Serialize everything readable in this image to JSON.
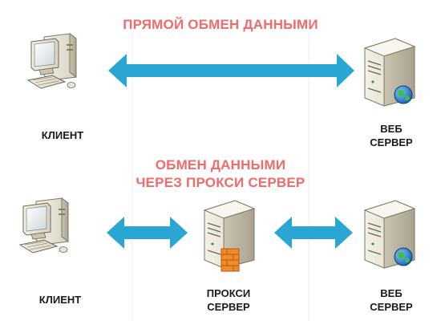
{
  "headings": {
    "direct": "ПРЯМОЙ ОБМЕН ДАННЫМИ",
    "proxy_line1": "ОБМЕН ДАННЫМИ",
    "proxy_line2": "ЧЕРЕЗ ПРОКСИ СЕРВЕР"
  },
  "labels": {
    "client_top": "КЛИЕНТ",
    "web_top_line1": "ВЕБ",
    "web_top_line2": "СЕРВЕР",
    "client_bottom": "КЛИЕНТ",
    "proxy_line1": "ПРОКСИ",
    "proxy_line2": "СЕРВЕР",
    "web_bottom_line1": "ВЕБ",
    "web_bottom_line2": "СЕРВЕР"
  },
  "icons": {
    "client": "desktop-computer-icon",
    "server": "server-tower-icon",
    "globe": "globe-icon",
    "firewall": "firewall-icon",
    "arrow": "double-arrow-icon"
  },
  "colors": {
    "heading": "#f26b6b",
    "arrow": "#2aa6d3",
    "divider": "#e6e6e6"
  }
}
